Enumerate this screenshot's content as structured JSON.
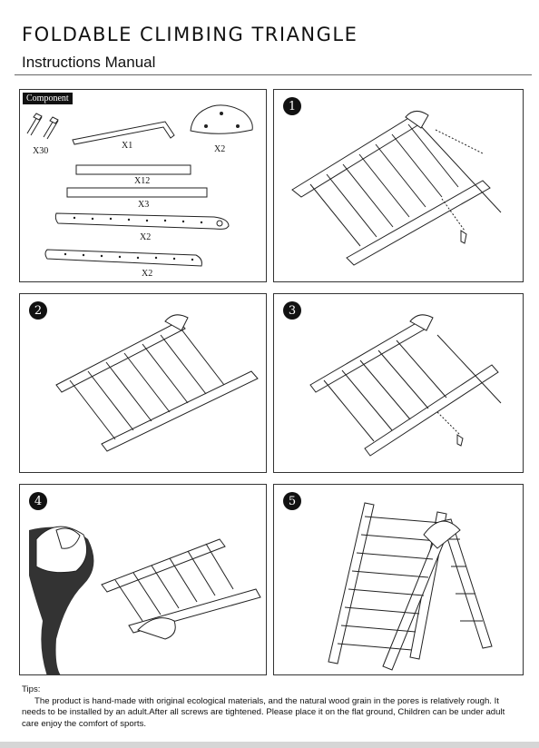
{
  "header": {
    "title": "FOLDABLE CLIMBING TRIANGLE",
    "subtitle": "Instructions Manual"
  },
  "component_panel": {
    "label": "Component",
    "items": [
      {
        "name": "screws",
        "quantity": "X30"
      },
      {
        "name": "allen-key",
        "quantity": "X1"
      },
      {
        "name": "triangle-plate",
        "quantity": "X2"
      },
      {
        "name": "long-rung",
        "quantity": "X12"
      },
      {
        "name": "short-rung",
        "quantity": "X3"
      },
      {
        "name": "side-rail-with-hinge",
        "quantity": "X2"
      },
      {
        "name": "side-rail",
        "quantity": "X2"
      }
    ]
  },
  "steps": [
    {
      "number": "1"
    },
    {
      "number": "2"
    },
    {
      "number": "3"
    },
    {
      "number": "4"
    },
    {
      "number": "5"
    }
  ],
  "tips": {
    "heading": "Tips:",
    "body": "The product is hand-made with original ecological materials, and the natural wood grain in the pores is relatively rough. It needs to be installed by an adult.After all screws are tightened. Please place it on the flat ground, Children can be under adult care enjoy the comfort of sports."
  }
}
